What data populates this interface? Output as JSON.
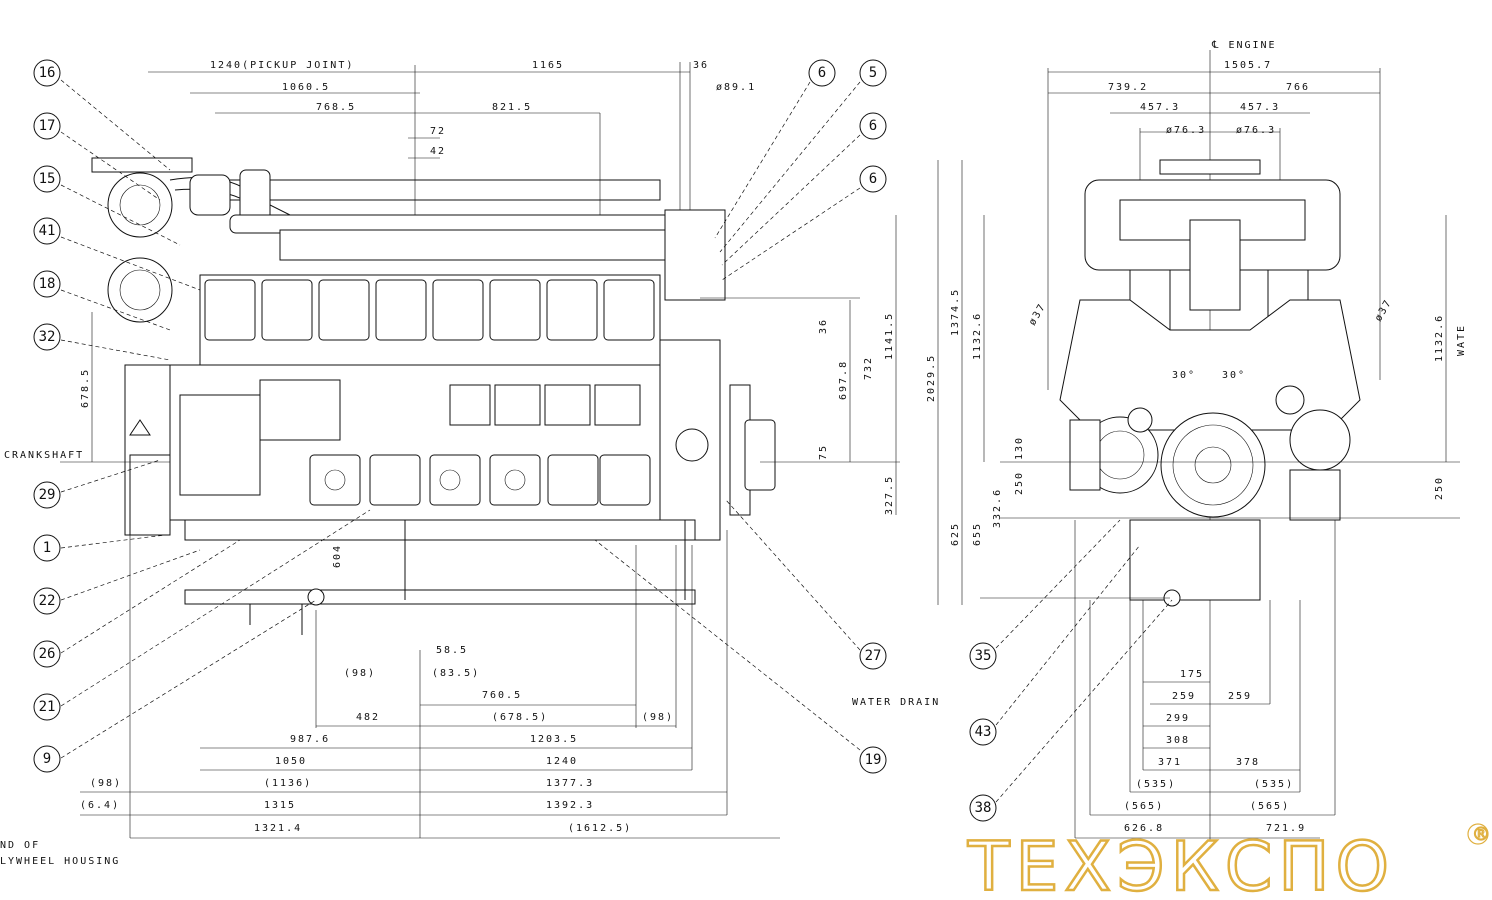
{
  "side_view": {
    "top_dims": [
      "1240(PICKUP JOINT)",
      "1165",
      "36",
      "1060.5",
      "ø89.1",
      "768.5",
      "821.5",
      "72",
      "42"
    ],
    "vertical_dims": [
      "678.5",
      "36",
      "697.8",
      "732",
      "1141.5",
      "75",
      "327.5",
      "604"
    ],
    "labels": {
      "crankshaft": "CRANKSHAFT",
      "water_drain": "WATER DRAIN",
      "end_note_1": "ND OF",
      "end_note_2": "LYWHEEL HOUSING"
    },
    "bottom_dims": [
      "58.5",
      "(98)",
      "(83.5)",
      "760.5",
      "482",
      "(678.5)",
      "(98)",
      "987.6",
      "1203.5",
      "1050",
      "1240",
      "(98)",
      "(1136)",
      "1377.3",
      "(6.4)",
      "1315",
      "1392.3",
      "1321.4",
      "(1612.5)"
    ]
  },
  "front_view": {
    "top_dims": [
      "℄ ENGINE",
      "739.2",
      "1505.7",
      "766",
      "457.3",
      "457.3",
      "ø76.3",
      "ø76.3"
    ],
    "vertical_dims": [
      "2029.5",
      "1374.5",
      "1132.6",
      "1132.6",
      "130",
      "250",
      "332.6",
      "625",
      "655",
      "250"
    ],
    "angles": [
      "30°",
      "30°",
      "ø37",
      "ø37"
    ],
    "labels": {
      "water": "WATE"
    },
    "bottom_dims": [
      "175",
      "259",
      "259",
      "299",
      "308",
      "371",
      "378",
      "(535)",
      "(535)",
      "(565)",
      "(565)",
      "626.8",
      "721.9"
    ]
  },
  "callouts": [
    "16",
    "17",
    "15",
    "41",
    "18",
    "32",
    "29",
    "1",
    "22",
    "26",
    "21",
    "9",
    "6",
    "5",
    "6",
    "6",
    "27",
    "19",
    "35",
    "43",
    "38"
  ],
  "watermark": {
    "text": "ТЕХЭКСПО",
    "mark": "®",
    "color": "#e0b040"
  }
}
